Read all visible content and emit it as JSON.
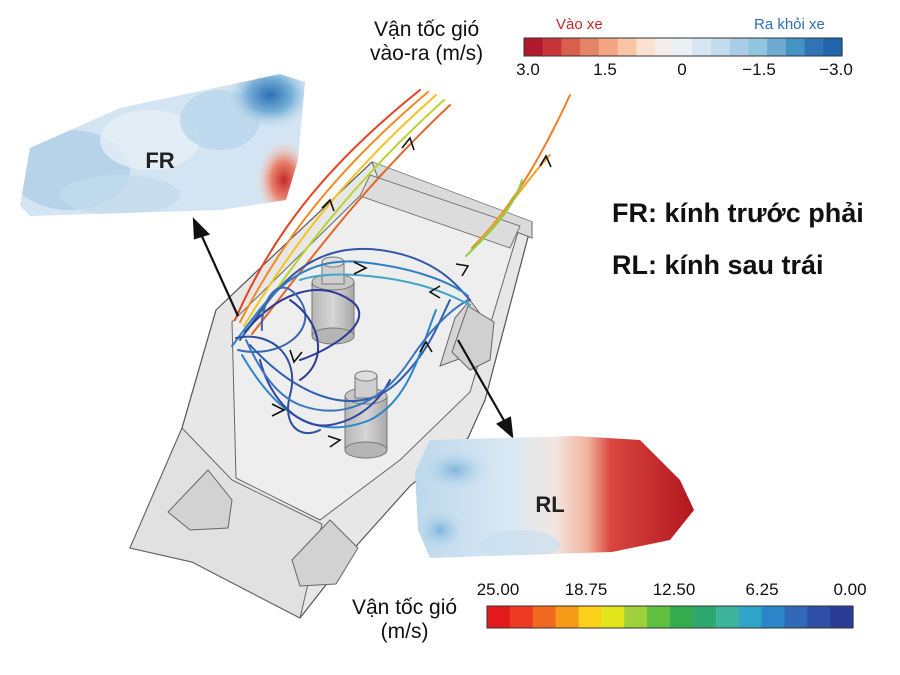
{
  "top_colorbar": {
    "title_line1": "Vận tốc gió",
    "title_line2": "vào-ra (m/s)",
    "head_in": "Vào xe",
    "head_out": "Ra khỏi xe",
    "head_in_color": "#c62828",
    "head_out_color": "#2f6fb3",
    "ticks": [
      "3.0",
      "1.5",
      "0",
      "−1.5",
      "−3.0"
    ],
    "colors": [
      "#b2182b",
      "#c9343a",
      "#d6604d",
      "#e48567",
      "#f4a582",
      "#f8c5a7",
      "#fbe1d0",
      "#f4eeea",
      "#eaf1f6",
      "#d6e6f2",
      "#c2dbed",
      "#a9cde6",
      "#92c5de",
      "#6eaad2",
      "#4393c3",
      "#2f75b5",
      "#2166ac"
    ]
  },
  "bottom_colorbar": {
    "title_line1": "Vận tốc gió",
    "title_line2": "(m/s)",
    "ticks": [
      "25.00",
      "18.75",
      "12.50",
      "6.25",
      "0.00"
    ],
    "colors": [
      "#e31a1c",
      "#ee3a22",
      "#f26a1f",
      "#f79a17",
      "#fbd11b",
      "#e2e41c",
      "#9fd13c",
      "#5fbf3f",
      "#35ad4e",
      "#2fa86f",
      "#3fb49d",
      "#2fa6c7",
      "#2a86c9",
      "#2f69b8",
      "#2f4fa8",
      "#2b3c97"
    ]
  },
  "panels": {
    "fr_label": "FR",
    "rl_label": "RL"
  },
  "legend": {
    "fr": "FR: kính trước phải",
    "rl": "RL: kính sau trái"
  }
}
